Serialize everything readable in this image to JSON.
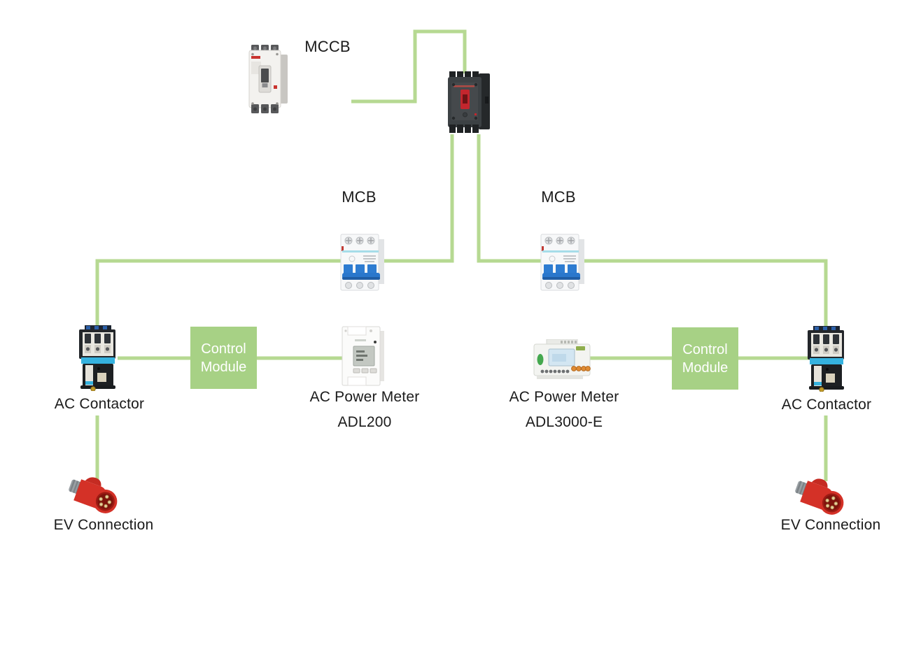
{
  "colors": {
    "background": "#ffffff",
    "wire": "#b6d992",
    "control_module_bg": "#a7d185",
    "control_module_text": "#ffffff",
    "label_text": "#1b1b1b"
  },
  "diagram": {
    "mccb": {
      "label": "MCCB",
      "image": "molded-case-circuit-breaker"
    },
    "main_breaker": {
      "image": "main-circuit-breaker"
    },
    "mcb_left": {
      "label": "MCB",
      "image": "miniature-circuit-breaker"
    },
    "mcb_right": {
      "label": "MCB",
      "image": "miniature-circuit-breaker"
    },
    "control_module_left": {
      "line1": "Control",
      "line2": "Module"
    },
    "control_module_right": {
      "line1": "Control",
      "line2": "Module"
    },
    "ac_contactor_left": {
      "label": "AC Contactor",
      "image": "ac-contactor"
    },
    "ac_contactor_right": {
      "label": "AC Contactor",
      "image": "ac-contactor"
    },
    "power_meter_left": {
      "label": "AC Power Meter",
      "model": "ADL200",
      "image": "din-rail-power-meter"
    },
    "power_meter_right": {
      "label": "AC Power Meter",
      "model": "ADL3000-E",
      "image": "three-phase-power-meter"
    },
    "ev_connection_left": {
      "label": "EV Connection",
      "image": "cee-ev-plug"
    },
    "ev_connection_right": {
      "label": "EV Connection",
      "image": "cee-ev-plug"
    }
  }
}
